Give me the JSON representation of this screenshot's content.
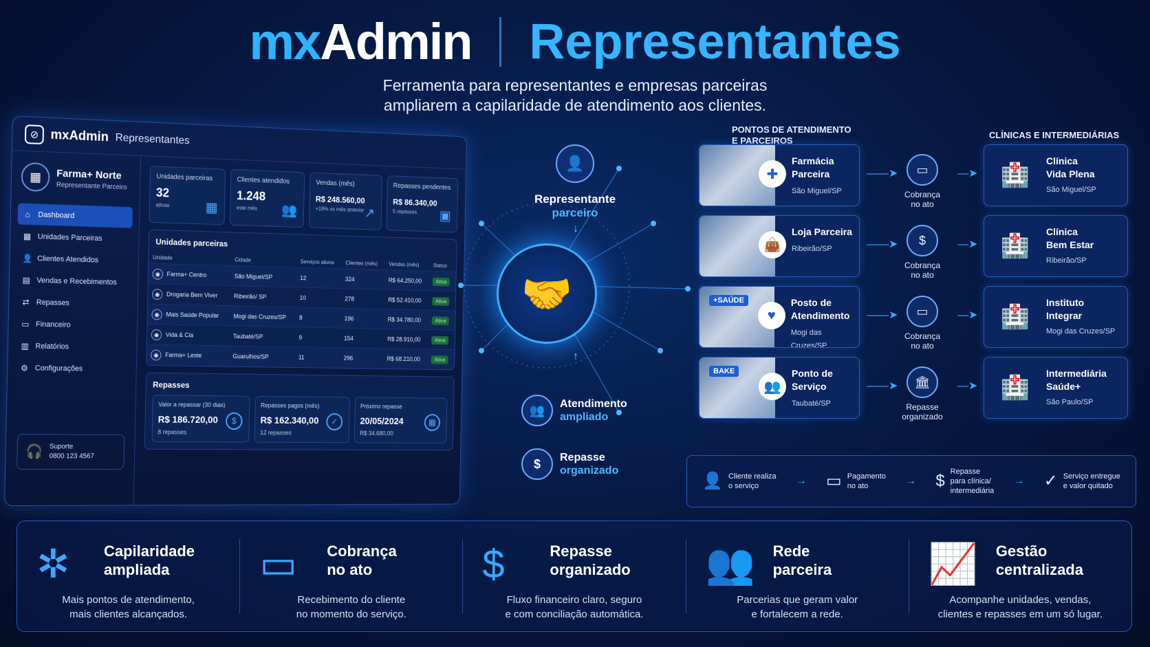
{
  "header": {
    "logo_mx": "mx",
    "logo_admin": "Admin",
    "title": "Representantes",
    "subtitle_line1": "Ferramenta para representantes e empresas parceiras",
    "subtitle_line2": "ampliarem a capilaridade de atendimento aos clientes."
  },
  "dashboard": {
    "app_name": "mxAdmin",
    "app_section": "Representantes",
    "brand": {
      "name": "Farma+ Norte",
      "role": "Representante Parceiro"
    },
    "nav": [
      {
        "label": "Dashboard",
        "icon": "home-icon",
        "active": true
      },
      {
        "label": "Unidades Parceiras",
        "icon": "store-icon"
      },
      {
        "label": "Clientes Atendidos",
        "icon": "user-icon"
      },
      {
        "label": "Vendas e Recebimentos",
        "icon": "receipt-icon"
      },
      {
        "label": "Repasses",
        "icon": "transfer-icon"
      },
      {
        "label": "Financeiro",
        "icon": "document-icon"
      },
      {
        "label": "Relatórios",
        "icon": "report-icon"
      },
      {
        "label": "Configurações",
        "icon": "gear-icon"
      }
    ],
    "support": {
      "label": "Suporte",
      "phone": "0800 123 4567"
    },
    "kpis": [
      {
        "label": "Unidades parceiras",
        "value": "32",
        "sub": "ativas",
        "icon": "building-icon"
      },
      {
        "label": "Clientes atendidos",
        "value": "1.248",
        "sub": "este mês",
        "icon": "users-icon"
      },
      {
        "label": "Vendas (mês)",
        "value": "R$ 248.560,00",
        "sub": "+18% vs mês anterior",
        "icon": "chart-up-icon"
      },
      {
        "label": "Repasses pendentes",
        "value": "R$ 86.340,00",
        "sub": "5 repasses",
        "icon": "wallet-icon"
      }
    ],
    "table": {
      "title": "Unidades parceiras",
      "headers": [
        "Unidade",
        "Cidade",
        "Serviços ativos",
        "Clientes (mês)",
        "Vendas (mês)",
        "Status"
      ],
      "rows": [
        [
          "Farma+ Centro",
          "São Miguel/SP",
          "12",
          "324",
          "R$ 64.250,00",
          "Ativa"
        ],
        [
          "Drogaria Bem Viver",
          "Ribeirão/ SP",
          "10",
          "278",
          "R$ 52.410,00",
          "Ativa"
        ],
        [
          "Mais Saúde Popular",
          "Mogi das Cruzes/SP",
          "8",
          "196",
          "R$ 34.780,00",
          "Ativa"
        ],
        [
          "Vida & Cia",
          "Taubaté/SP",
          "9",
          "154",
          "R$ 28.910,00",
          "Ativa"
        ],
        [
          "Farma+ Leste",
          "Guarulhos/SP",
          "11",
          "296",
          "R$ 68.210,00",
          "Ativa"
        ]
      ]
    },
    "repasses": {
      "title": "Repasses",
      "cards": [
        {
          "label": "Valor a repassar (30 dias)",
          "value": "R$ 186.720,00",
          "sub": "8 repasses",
          "icon": "dollar-icon"
        },
        {
          "label": "Repasses pagos (mês)",
          "value": "R$ 162.340,00",
          "sub": "12 repasses",
          "icon": "check-icon"
        },
        {
          "label": "Próximo repasse",
          "value": "20/05/2024",
          "sub": "R$ 34.680,00",
          "icon": "calendar-icon"
        }
      ]
    }
  },
  "center": {
    "rep_line1": "Representante",
    "rep_line2": "parceiro",
    "atend_line1": "Atendimento",
    "atend_line2": "ampliado",
    "repasse_line1": "Repasse",
    "repasse_line2": "organizado"
  },
  "partners": {
    "title_line1": "PONTOS DE ATENDIMENTO",
    "title_line2": "E PARCEIROS",
    "items": [
      {
        "l1": "Farmácia",
        "l2": "Parceira",
        "city": "São Miguel/SP",
        "icon": "cross-icon"
      },
      {
        "l1": "Loja Parceira",
        "l2": "",
        "city": "Ribeirão/SP",
        "icon": "bag-icon"
      },
      {
        "l1": "Posto de",
        "l2": "Atendimento",
        "city": "Mogi das Cruzes/SP",
        "icon": "heart-icon",
        "sign": "+SAÚDE"
      },
      {
        "l1": "Ponto de",
        "l2": "Serviço",
        "city": "Taubaté/SP",
        "icon": "people-icon",
        "sign": "BAKE"
      }
    ]
  },
  "charges": [
    {
      "l1": "Cobrança",
      "l2": "no ato",
      "icon": "card-icon"
    },
    {
      "l1": "Cobrança",
      "l2": "no ato",
      "icon": "dollar-icon"
    },
    {
      "l1": "Cobrança",
      "l2": "no ato",
      "icon": "card-icon"
    },
    {
      "l1": "Repasse",
      "l2": "organizado",
      "icon": "bank-icon"
    }
  ],
  "clinics": {
    "title": "CLÍNICAS E INTERMEDIÁRIAS",
    "items": [
      {
        "l1": "Clínica",
        "l2": "Vida Plena",
        "city": "São Miguel/SP"
      },
      {
        "l1": "Clínica",
        "l2": "Bem Estar",
        "city": "Ribeirão/SP"
      },
      {
        "l1": "Instituto",
        "l2": "Integrar",
        "city": "Mogi das Cruzes/SP"
      },
      {
        "l1": "Intermediária",
        "l2": "Saúde+",
        "city": "São Paulo/SP"
      }
    ]
  },
  "flow": [
    {
      "l1": "Cliente realiza",
      "l2": "o serviço",
      "icon": "user-icon"
    },
    {
      "l1": "Pagamento",
      "l2": "no ato",
      "icon": "card-icon"
    },
    {
      "l1": "Repasse",
      "l2": "para clínica/",
      "l3": "intermediária",
      "icon": "document-dollar-icon"
    },
    {
      "l1": "Serviço entregue",
      "l2": "e valor quitado",
      "icon": "check-circle-icon"
    }
  ],
  "features": [
    {
      "h1": "Capilaridade",
      "h2": "ampliada",
      "d1": "Mais pontos de atendimento,",
      "d2": "mais clientes alcançados.",
      "icon": "network-icon"
    },
    {
      "h1": "Cobrança",
      "h2": "no ato",
      "d1": "Recebimento do cliente",
      "d2": "no momento do serviço.",
      "icon": "cards-icon"
    },
    {
      "h1": "Repasse",
      "h2": "organizado",
      "d1": "Fluxo financeiro claro, seguro",
      "d2": "e com conciliação automática.",
      "icon": "document-dollar-icon"
    },
    {
      "h1": "Rede",
      "h2": "parceira",
      "d1": "Parcerias que geram valor",
      "d2": "e fortalecem a rede.",
      "icon": "group-icon"
    },
    {
      "h1": "Gestão",
      "h2": "centralizada",
      "d1": "Acompanhe unidades, vendas,",
      "d2": "clientes e repasses em um só lugar.",
      "icon": "monitor-chart-icon"
    }
  ]
}
